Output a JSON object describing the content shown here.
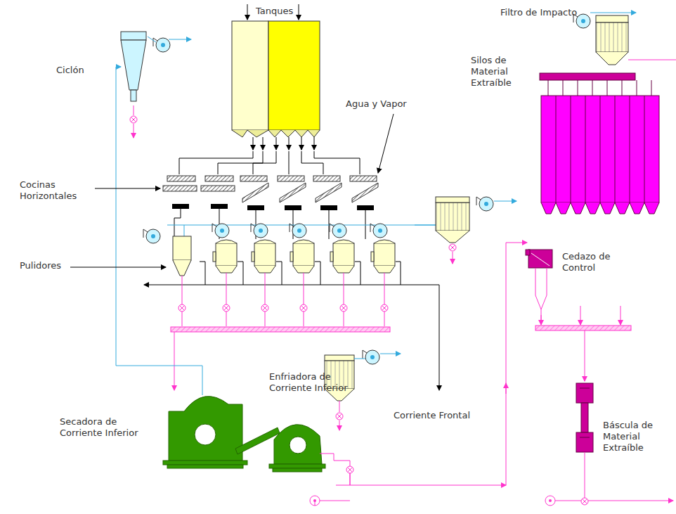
{
  "diagram": {
    "labels": [
      "Tanques",
      "Ciclón",
      "Agua y Vapor",
      "Cocinas Horizontales",
      "Pulidores",
      "Filtro de Impacto",
      "Silos de Material Extraíble",
      "Cedazo de Control",
      "Enfriadora de Corriente Inferior",
      "Secadora de Corriente Inferior",
      "Corriente Frontal",
      "Báscula de Material Extraíble"
    ]
  }
}
